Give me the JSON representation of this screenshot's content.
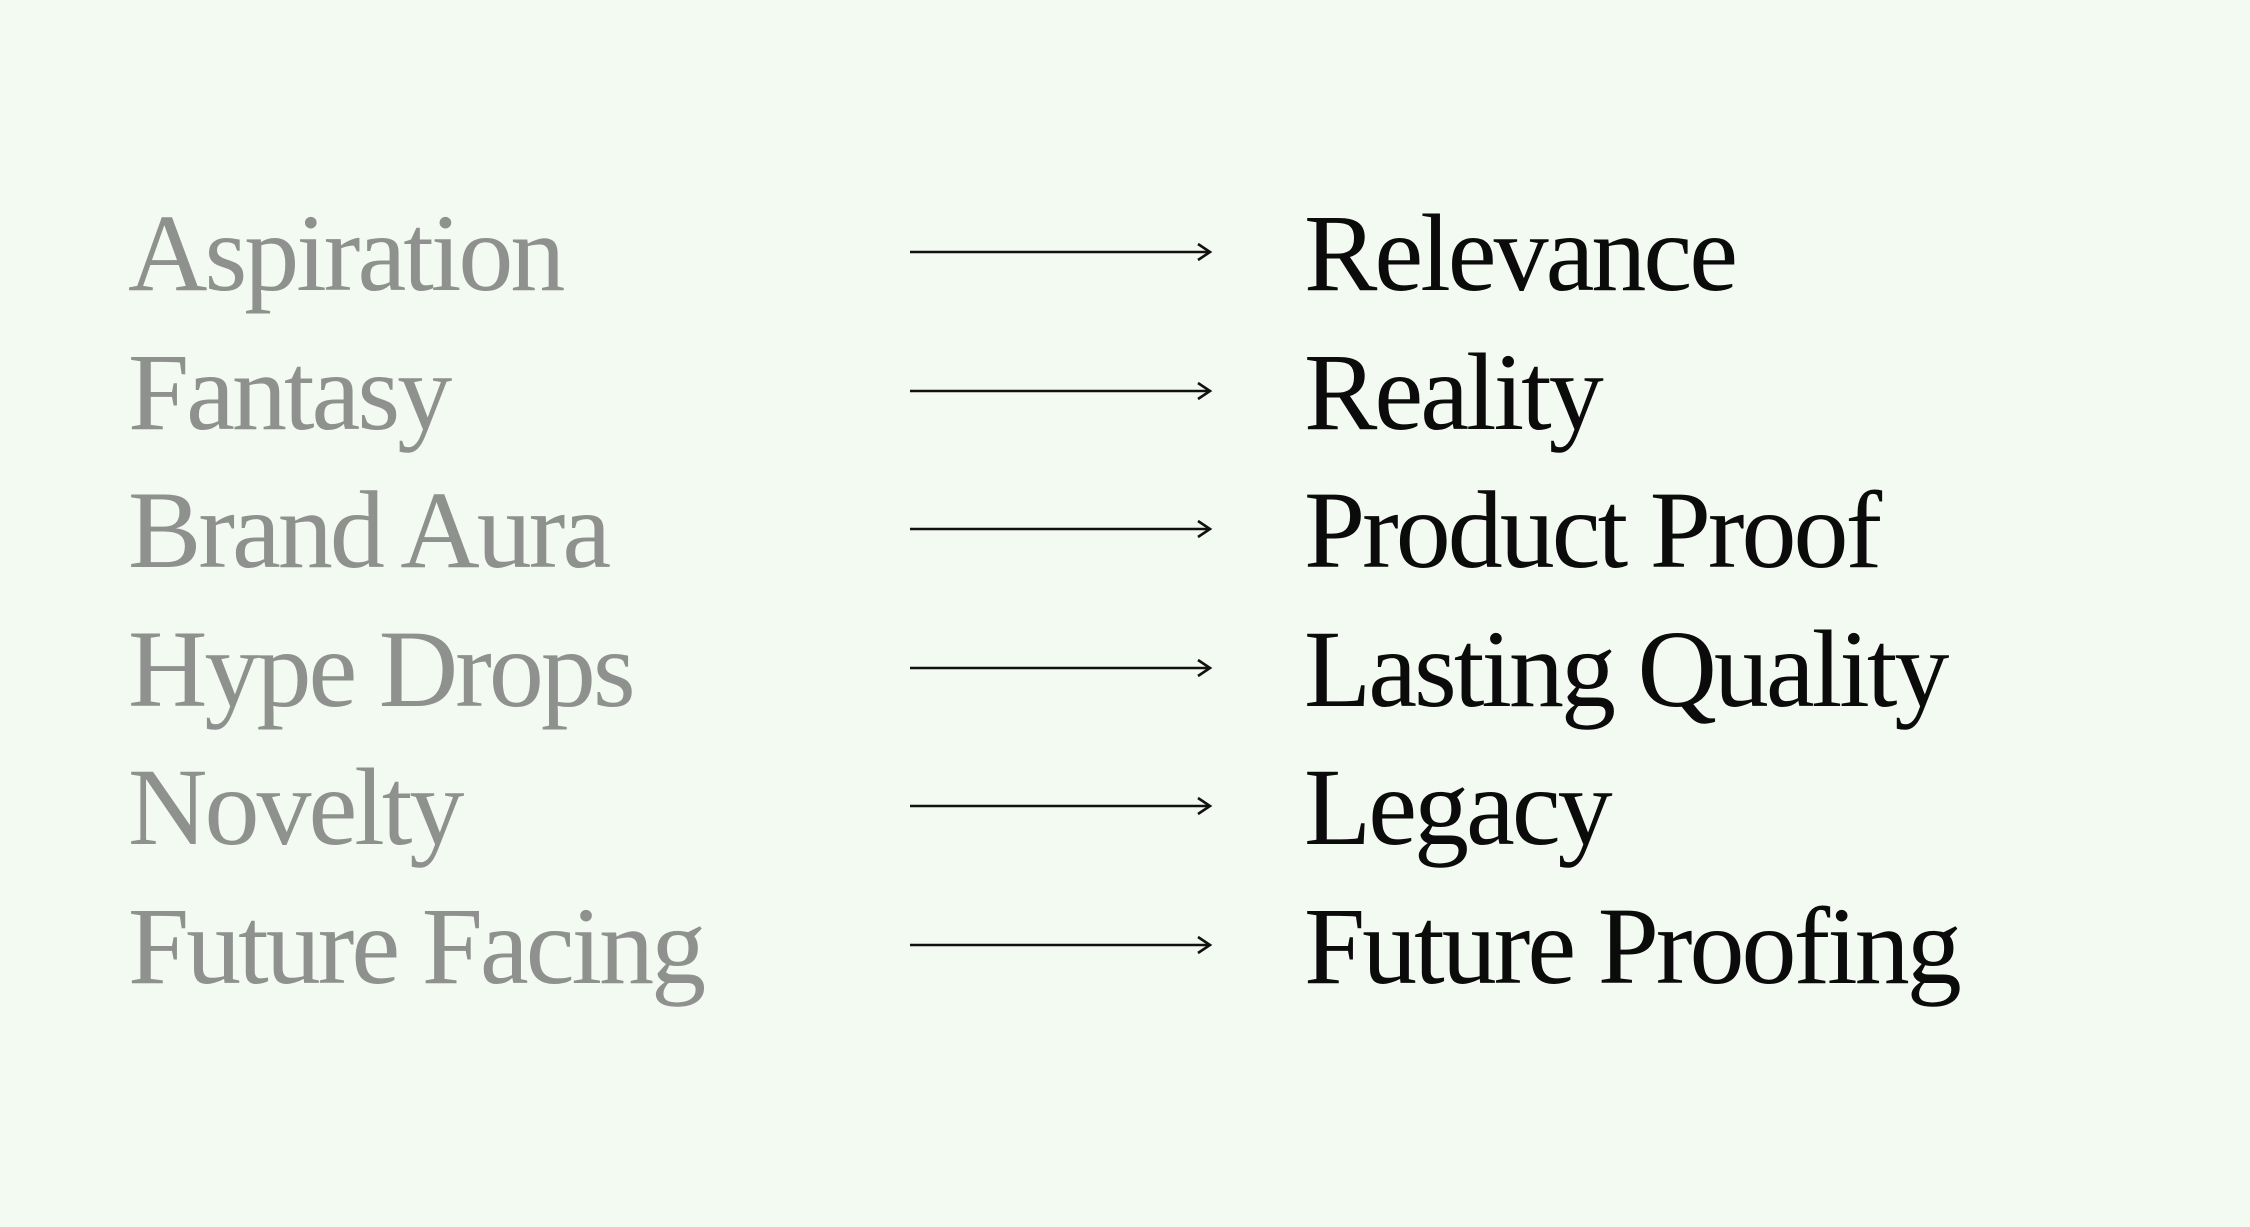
{
  "rows": [
    {
      "from": "Aspiration",
      "to": "Relevance"
    },
    {
      "from": "Fantasy",
      "to": "Reality"
    },
    {
      "from": "Brand Aura",
      "to": "Product Proof"
    },
    {
      "from": "Hype Drops",
      "to": "Lasting Quality"
    },
    {
      "from": "Novelty",
      "to": "Legacy"
    },
    {
      "from": "Future Facing",
      "to": "Future Proofing"
    }
  ],
  "arrow_icon": "right-arrow-icon",
  "colors": {
    "background": "#f3faf1",
    "from_text": "#8f918e",
    "to_text": "#0b0b0b",
    "arrow": "#111111"
  }
}
